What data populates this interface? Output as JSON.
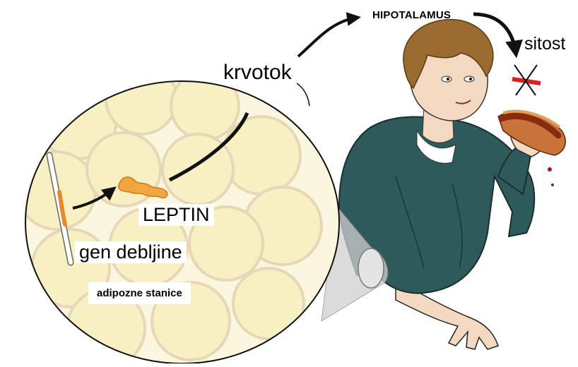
{
  "labels": {
    "hypothalamus": "HIPOTALAMUS",
    "bloodstream": "krvotok",
    "satiety": "sitost",
    "leptin": "LEPTIN",
    "obesity_gene": "gen debljine",
    "fat_cells": "adipozne stanice"
  },
  "colors": {
    "fat_cell_fill": "#f6f0c2",
    "fat_cell_shadow": "#e7d7b8",
    "leptin_protein": "#f2a640",
    "gene_band": "#e58a2a",
    "hoodie": "#2f5a5c",
    "hair": "#9b6a2e",
    "skin": "#f3d9c2",
    "cross_red": "#e11b22",
    "sausage": "#8a2a0e",
    "arrow": "#111111"
  }
}
